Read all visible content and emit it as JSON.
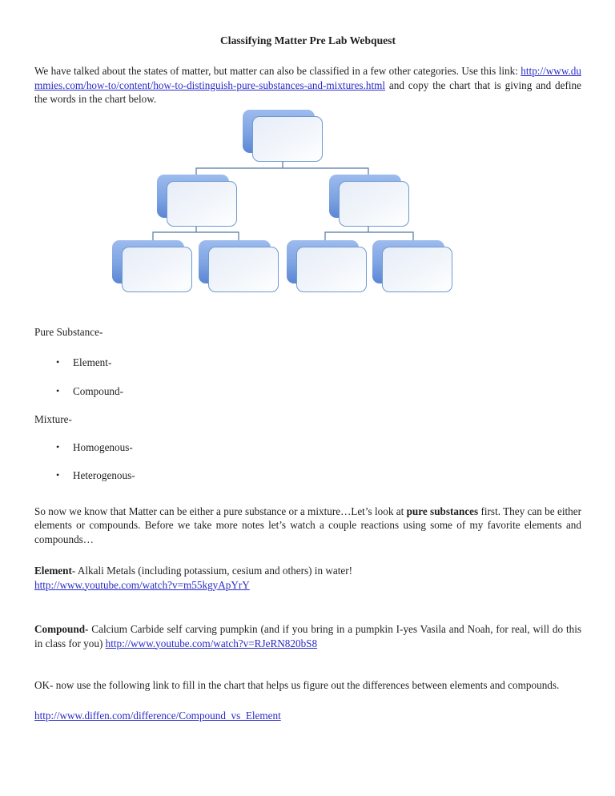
{
  "title": "Classifying Matter Pre Lab Webquest",
  "bullet_char": "•",
  "intro": {
    "before_link": "We have talked about the states of matter, but matter can also be classified in a few other categories.   Use this link: ",
    "link": "http://www.dummies.com/how-to/content/how-to-distinguish-pure-substances-and-mixtures.html",
    "after_link": "  and copy the chart that is giving and define the words in the chart below."
  },
  "diagram": {
    "type": "hierarchy",
    "levels": [
      1,
      2,
      4
    ],
    "node_labels": [
      "",
      "",
      "",
      "",
      "",
      "",
      ""
    ]
  },
  "definitions": {
    "pure_substance_label": "Pure Substance-",
    "pure_items": [
      "Element-",
      "Compound-"
    ],
    "mixture_label": "Mixture-",
    "mixture_items": [
      "Homogenous-",
      "Heterogenous-"
    ]
  },
  "matter_paragraph": {
    "before_bold": "So now we know that Matter can be either a pure substance or a mixture…Let’s look at ",
    "bold": "pure substances",
    "after_bold": " first.  They can be either elements or compounds.  Before we take more notes let’s watch a couple reactions using some of my favorite elements and compounds…"
  },
  "element_section": {
    "bold": "Element",
    "text": "- Alkali Metals (including potassium, cesium and others) in water!",
    "link": "http://www.youtube.com/watch?v=m55kgyApYrY"
  },
  "compound_section": {
    "bold": "Compound-",
    "text": " Calcium Carbide self carving pumpkin (and if you bring in a pumpkin I-yes Vasila and Noah, for real, will do this in class for you) ",
    "link": "http://www.youtube.com/watch?v=RJeRN820bS8"
  },
  "ok_paragraph": "OK- now use the following link to fill in the chart that helps us figure out the differences between elements and compounds.",
  "diffen_link": "http://www.diffen.com/difference/Compound_vs_Element",
  "colors": {
    "text": "#1f1f1f",
    "link": "#2a2ac8",
    "connector": "#54799f",
    "nodeBorder": "#6f9ad1",
    "nodeFillTop": "#e7edf8",
    "nodeFillBottom": "#feffff",
    "nodeShadowTop": "#9dbbee",
    "nodeShadowBottom": "#5b86d4"
  }
}
